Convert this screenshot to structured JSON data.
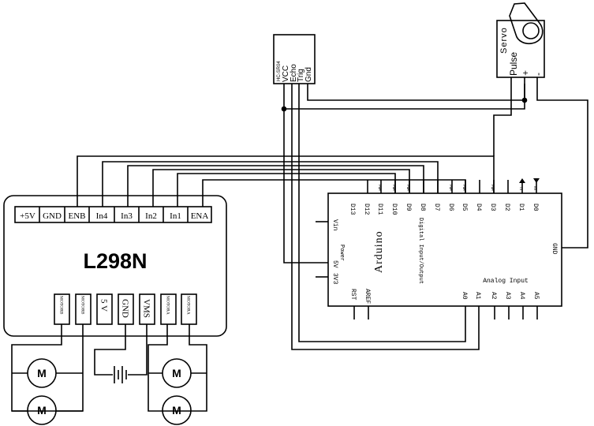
{
  "l298n": {
    "title": "L298N",
    "pins": [
      "+5V",
      "GND",
      "ENB",
      "In4",
      "In3",
      "In2",
      "In1",
      "ENA"
    ],
    "bottom_terminals": [
      "MOTORB",
      "MOTORB",
      "5 V",
      "GND",
      "VMS",
      "MOTORA",
      "MOTORA"
    ]
  },
  "motor_label": "M",
  "hcsr04": {
    "name": "HC-SR04",
    "pins": [
      "VCC",
      "Echo",
      "Trig",
      "Gnd"
    ]
  },
  "servo": {
    "name": "Servo",
    "pins": [
      "Pulse",
      "+",
      "-"
    ]
  },
  "arduino": {
    "name": "Arduino",
    "digital_header": "Digital Input/Output",
    "digital_pins": [
      "D13",
      "D12",
      "D11",
      "D10",
      "D9",
      "D8",
      "D7",
      "D6",
      "D5",
      "D4",
      "D3",
      "D2",
      "D1",
      "D0"
    ],
    "pwm_label": "PWM",
    "tx_label": "TX",
    "rx_label": "RX",
    "power_label": "Power",
    "left_pins": [
      "Vin",
      "5V",
      "3V3"
    ],
    "bottom_left_pins": [
      "RST",
      "AREF"
    ],
    "analog_header": "Analog Input",
    "analog_pins": [
      "A0",
      "A1",
      "A2",
      "A3",
      "A4",
      "A5"
    ],
    "gnd_label": "GND"
  }
}
